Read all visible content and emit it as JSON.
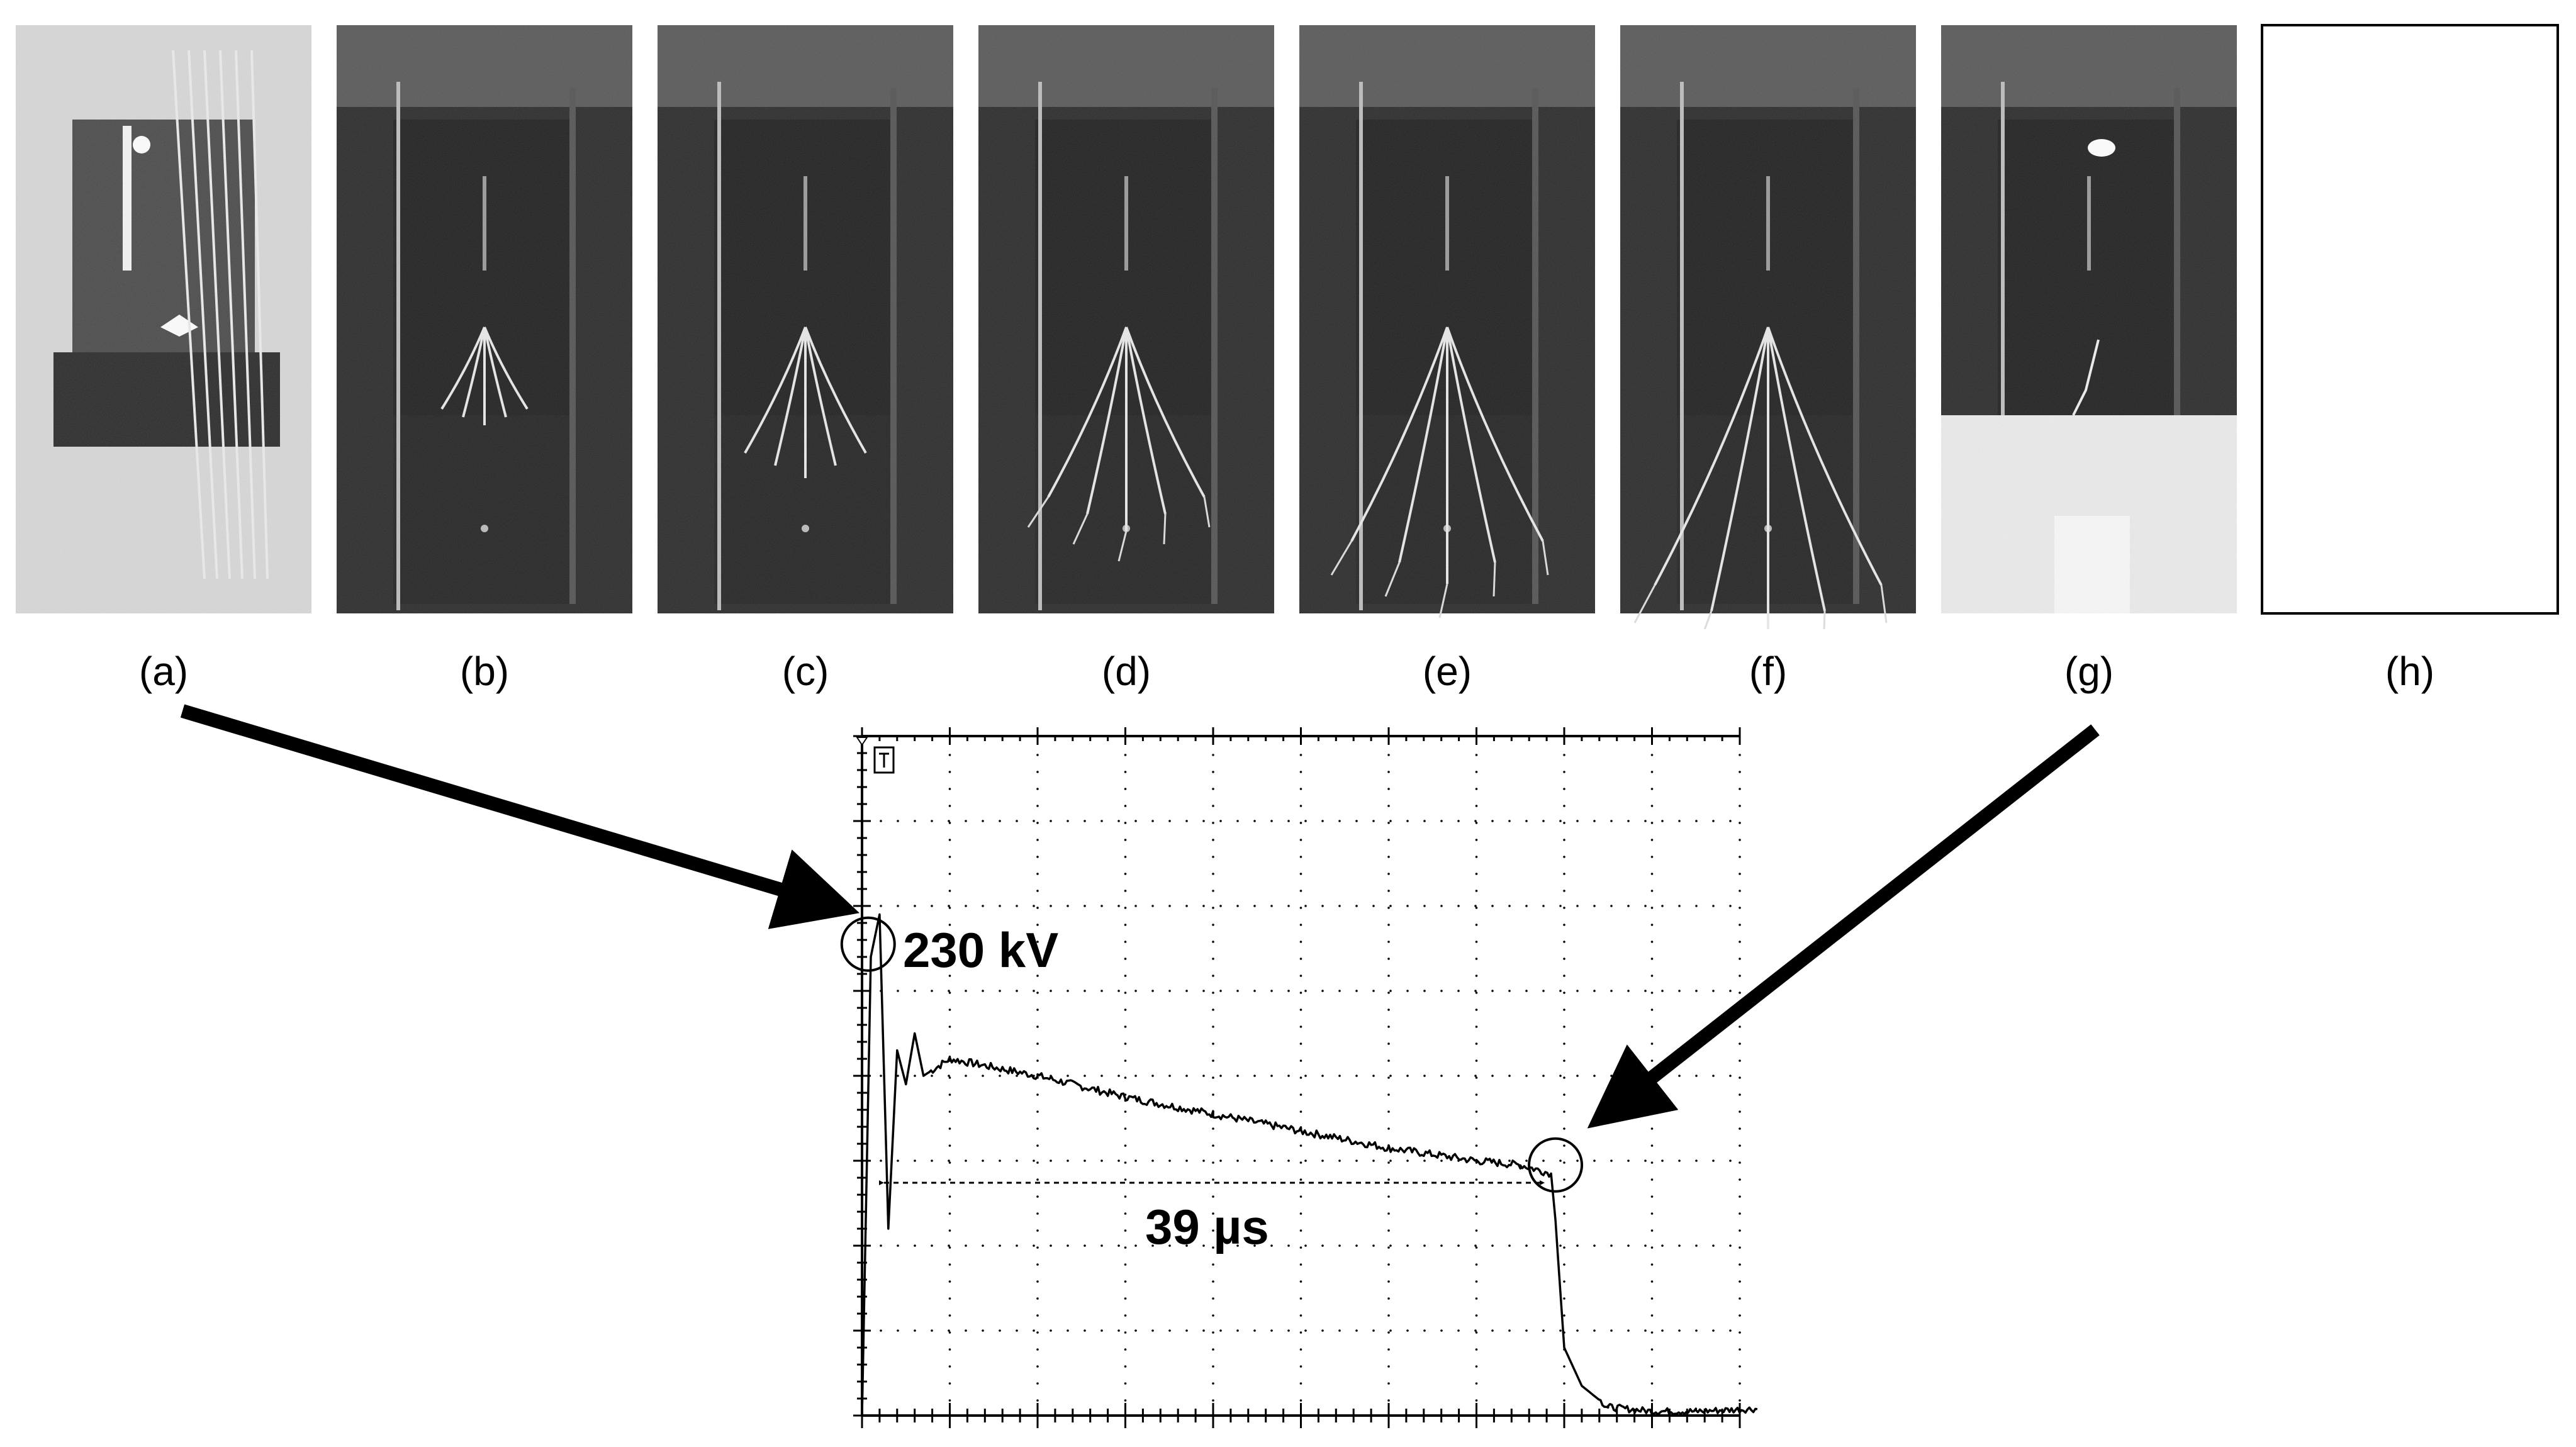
{
  "frames": [
    {
      "label": "(a)",
      "kind": "overexposed"
    },
    {
      "label": "(b)",
      "kind": "streamer",
      "stage": 1
    },
    {
      "label": "(c)",
      "kind": "streamer",
      "stage": 2
    },
    {
      "label": "(d)",
      "kind": "streamer",
      "stage": 3
    },
    {
      "label": "(e)",
      "kind": "streamer",
      "stage": 4
    },
    {
      "label": "(f)",
      "kind": "streamer",
      "stage": 5
    },
    {
      "label": "(g)",
      "kind": "breakdown"
    },
    {
      "label": "(h)",
      "kind": "blank"
    }
  ],
  "annotations": {
    "peak_voltage": "230 kV",
    "duration": "39 µs"
  },
  "colors": {
    "frame_background": "#2b2b2b",
    "frame_light": "#cfcfcf",
    "trace": "#000000"
  },
  "chart_data": {
    "type": "line",
    "grid": true,
    "x_divisions": 10,
    "y_divisions": 8,
    "series": [
      {
        "x": [
          0,
          0.1,
          0.2,
          0.3,
          0.4,
          0.5,
          0.6,
          0.7,
          1,
          2,
          3,
          4,
          5,
          6,
          7,
          7.5,
          7.85,
          7.9,
          8.0,
          8.2,
          8.5,
          9,
          9.5,
          10.2
        ],
        "y": [
          0,
          5.4,
          5.9,
          2.2,
          4.3,
          3.9,
          4.5,
          4.0,
          4.2,
          4.0,
          3.75,
          3.55,
          3.35,
          3.15,
          3.0,
          2.95,
          2.85,
          2.3,
          0.8,
          0.35,
          0.1,
          0.05,
          0.05,
          0.08
        ]
      }
    ]
  }
}
